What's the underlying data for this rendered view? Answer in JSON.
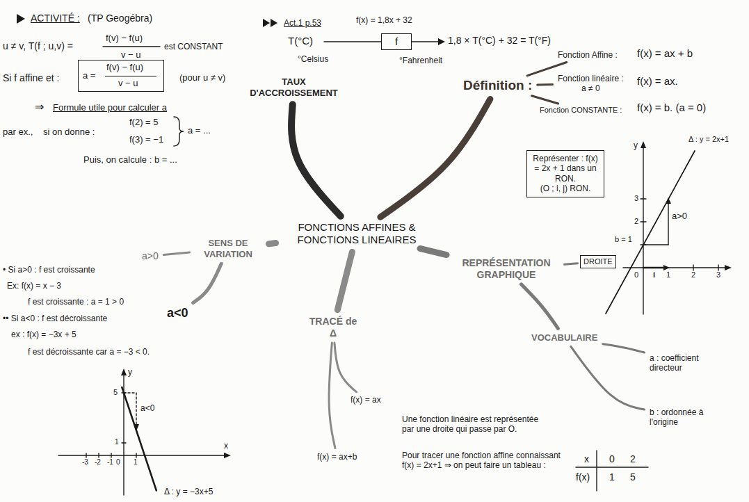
{
  "diagram": {
    "nodes": [
      {
        "text": [
          "a =",
          "f(v) − f(u)",
          "v − u"
        ]
      },
      {
        "text": [
          "f"
        ]
      },
      {
        "text": [
          "TAUX D'ACCROISSEMENT"
        ]
      },
      {
        "text": [
          "Définition :"
        ]
      },
      {
        "text": [
          "Fonction Affine :"
        ]
      },
      {
        "text": [
          "Fonction linéaire :",
          "a ≠ 0"
        ]
      },
      {
        "text": [
          "Fonction CONSTANTE :"
        ]
      },
      {
        "text": [
          "Représenter : f(x) = 2x + 1 dans un RON.",
          "(O ; i, j) RON."
        ]
      },
      {
        "text": [
          "FONCTIONS AFFINES & FONCTIONS LINEAIRES"
        ]
      },
      {
        "text": [
          "SENS DE VARIATION"
        ]
      },
      {
        "text": [
          "REPRÉSENTATION GRAPHIQUE"
        ]
      },
      {
        "text": [
          "DROITE"
        ]
      },
      {
        "text": [
          "a>0"
        ]
      },
      {
        "text": [
          "a<0"
        ]
      },
      {
        "text": [
          "TRACÉ de Δ"
        ]
      },
      {
        "text": [
          "VOCABULAIRE"
        ]
      },
      {
        "text": [
          "f(x) = ax"
        ]
      },
      {
        "text": [
          "a : coefficient directeur"
        ]
      },
      {
        "text": [
          "f(x) = ax+b"
        ]
      },
      {
        "text": [
          "b : ordonnée à l'origine"
        ]
      }
    ],
    "edges": [
      {
        "from": 8,
        "to": 2,
        "arrow": "none"
      },
      {
        "from": 8,
        "to": 3,
        "arrow": "none"
      },
      {
        "from": 3,
        "to": 4,
        "arrow": "none"
      },
      {
        "from": 3,
        "to": 5,
        "arrow": "none"
      },
      {
        "from": 3,
        "to": 6,
        "arrow": "none"
      },
      {
        "from": 8,
        "to": 10,
        "arrow": "none"
      },
      {
        "from": 10,
        "to": 11,
        "arrow": "none"
      },
      {
        "from": 10,
        "to": 15,
        "arrow": "none"
      },
      {
        "from": 15,
        "to": 17,
        "arrow": "none"
      },
      {
        "from": 15,
        "to": 19,
        "arrow": "none"
      },
      {
        "from": 8,
        "to": 14,
        "arrow": "none"
      },
      {
        "from": 14,
        "to": 16,
        "arrow": "none"
      },
      {
        "from": 14,
        "to": 18,
        "arrow": "none"
      },
      {
        "from": 8,
        "to": 9,
        "arrow": "none"
      },
      {
        "from": 9,
        "to": 12,
        "arrow": "none"
      },
      {
        "from": 9,
        "to": 13,
        "arrow": "none"
      }
    ],
    "labels": [
      "ACTIVITÉ :",
      "(TP Geogébra)",
      "u ≠ v, T(f ; u,v) =",
      "f(v) − f(u)",
      "v − u",
      "est CONSTANT",
      "Si f affine et :",
      "(pour u ≠ v)",
      "⇒",
      "Formule utile pour calculer a",
      "par ex.,",
      "si on donne :",
      "f(2) = 5",
      "f(3) = −1",
      "a = ...",
      "Puis, on calcule : b = ...",
      "Act.1 p.53",
      "f(x) = 1,8x + 32",
      "T(°C)",
      "1,8 × T(°C) + 32 = T(°F)",
      "°Celsius",
      "°Fahrenheit",
      "f(x) = ax + b",
      "f(x) = ax.",
      "f(x) = b. (a = 0)",
      "y",
      "Δ : y = 2x+1",
      "3",
      "2",
      "b = 1",
      "a>0",
      "0",
      "i",
      "1",
      "2",
      "3",
      "• Si a>0 : f est croissante",
      "Ex: f(x) = x − 3",
      "f est croissante : a = 1 > 0",
      "•• Si a<0 : f est décroissante",
      "ex : f(x) = −3x + 5",
      "f est décroissante car a = −3 < 0.",
      "y",
      "5",
      "a<0",
      "1",
      "x",
      "-3",
      "-2",
      "-1",
      "0",
      "1",
      "Δ : y = −3x+5",
      "Une fonction linéaire est représentée par une droite qui passe par O.",
      "Pour tracer une fonction affine connaissant f(x) = 2x+1 ⇒ on peut faire un tableau :",
      "x",
      "0",
      "2",
      "f(x)",
      "1",
      "5"
    ]
  }
}
